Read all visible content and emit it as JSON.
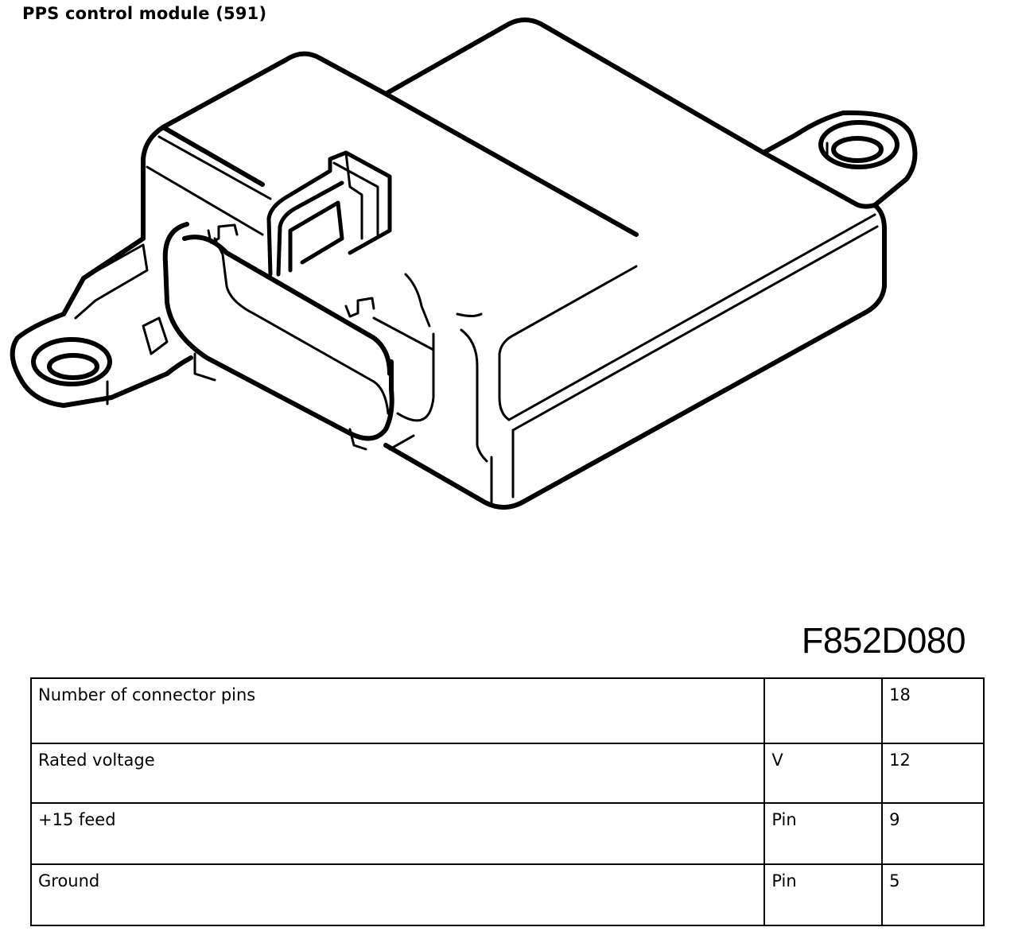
{
  "document": {
    "title": "PPS control module (591)",
    "drawing_code": "F852D080"
  },
  "spec_table": {
    "rows": [
      {
        "parameter": "Number of connector pins",
        "unit": "",
        "value": "18"
      },
      {
        "parameter": "Rated voltage",
        "unit": "V",
        "value": "12"
      },
      {
        "parameter": "+15 feed",
        "unit": "Pin",
        "value": "9"
      },
      {
        "parameter": "Ground",
        "unit": "Pin",
        "value": "5"
      }
    ]
  }
}
